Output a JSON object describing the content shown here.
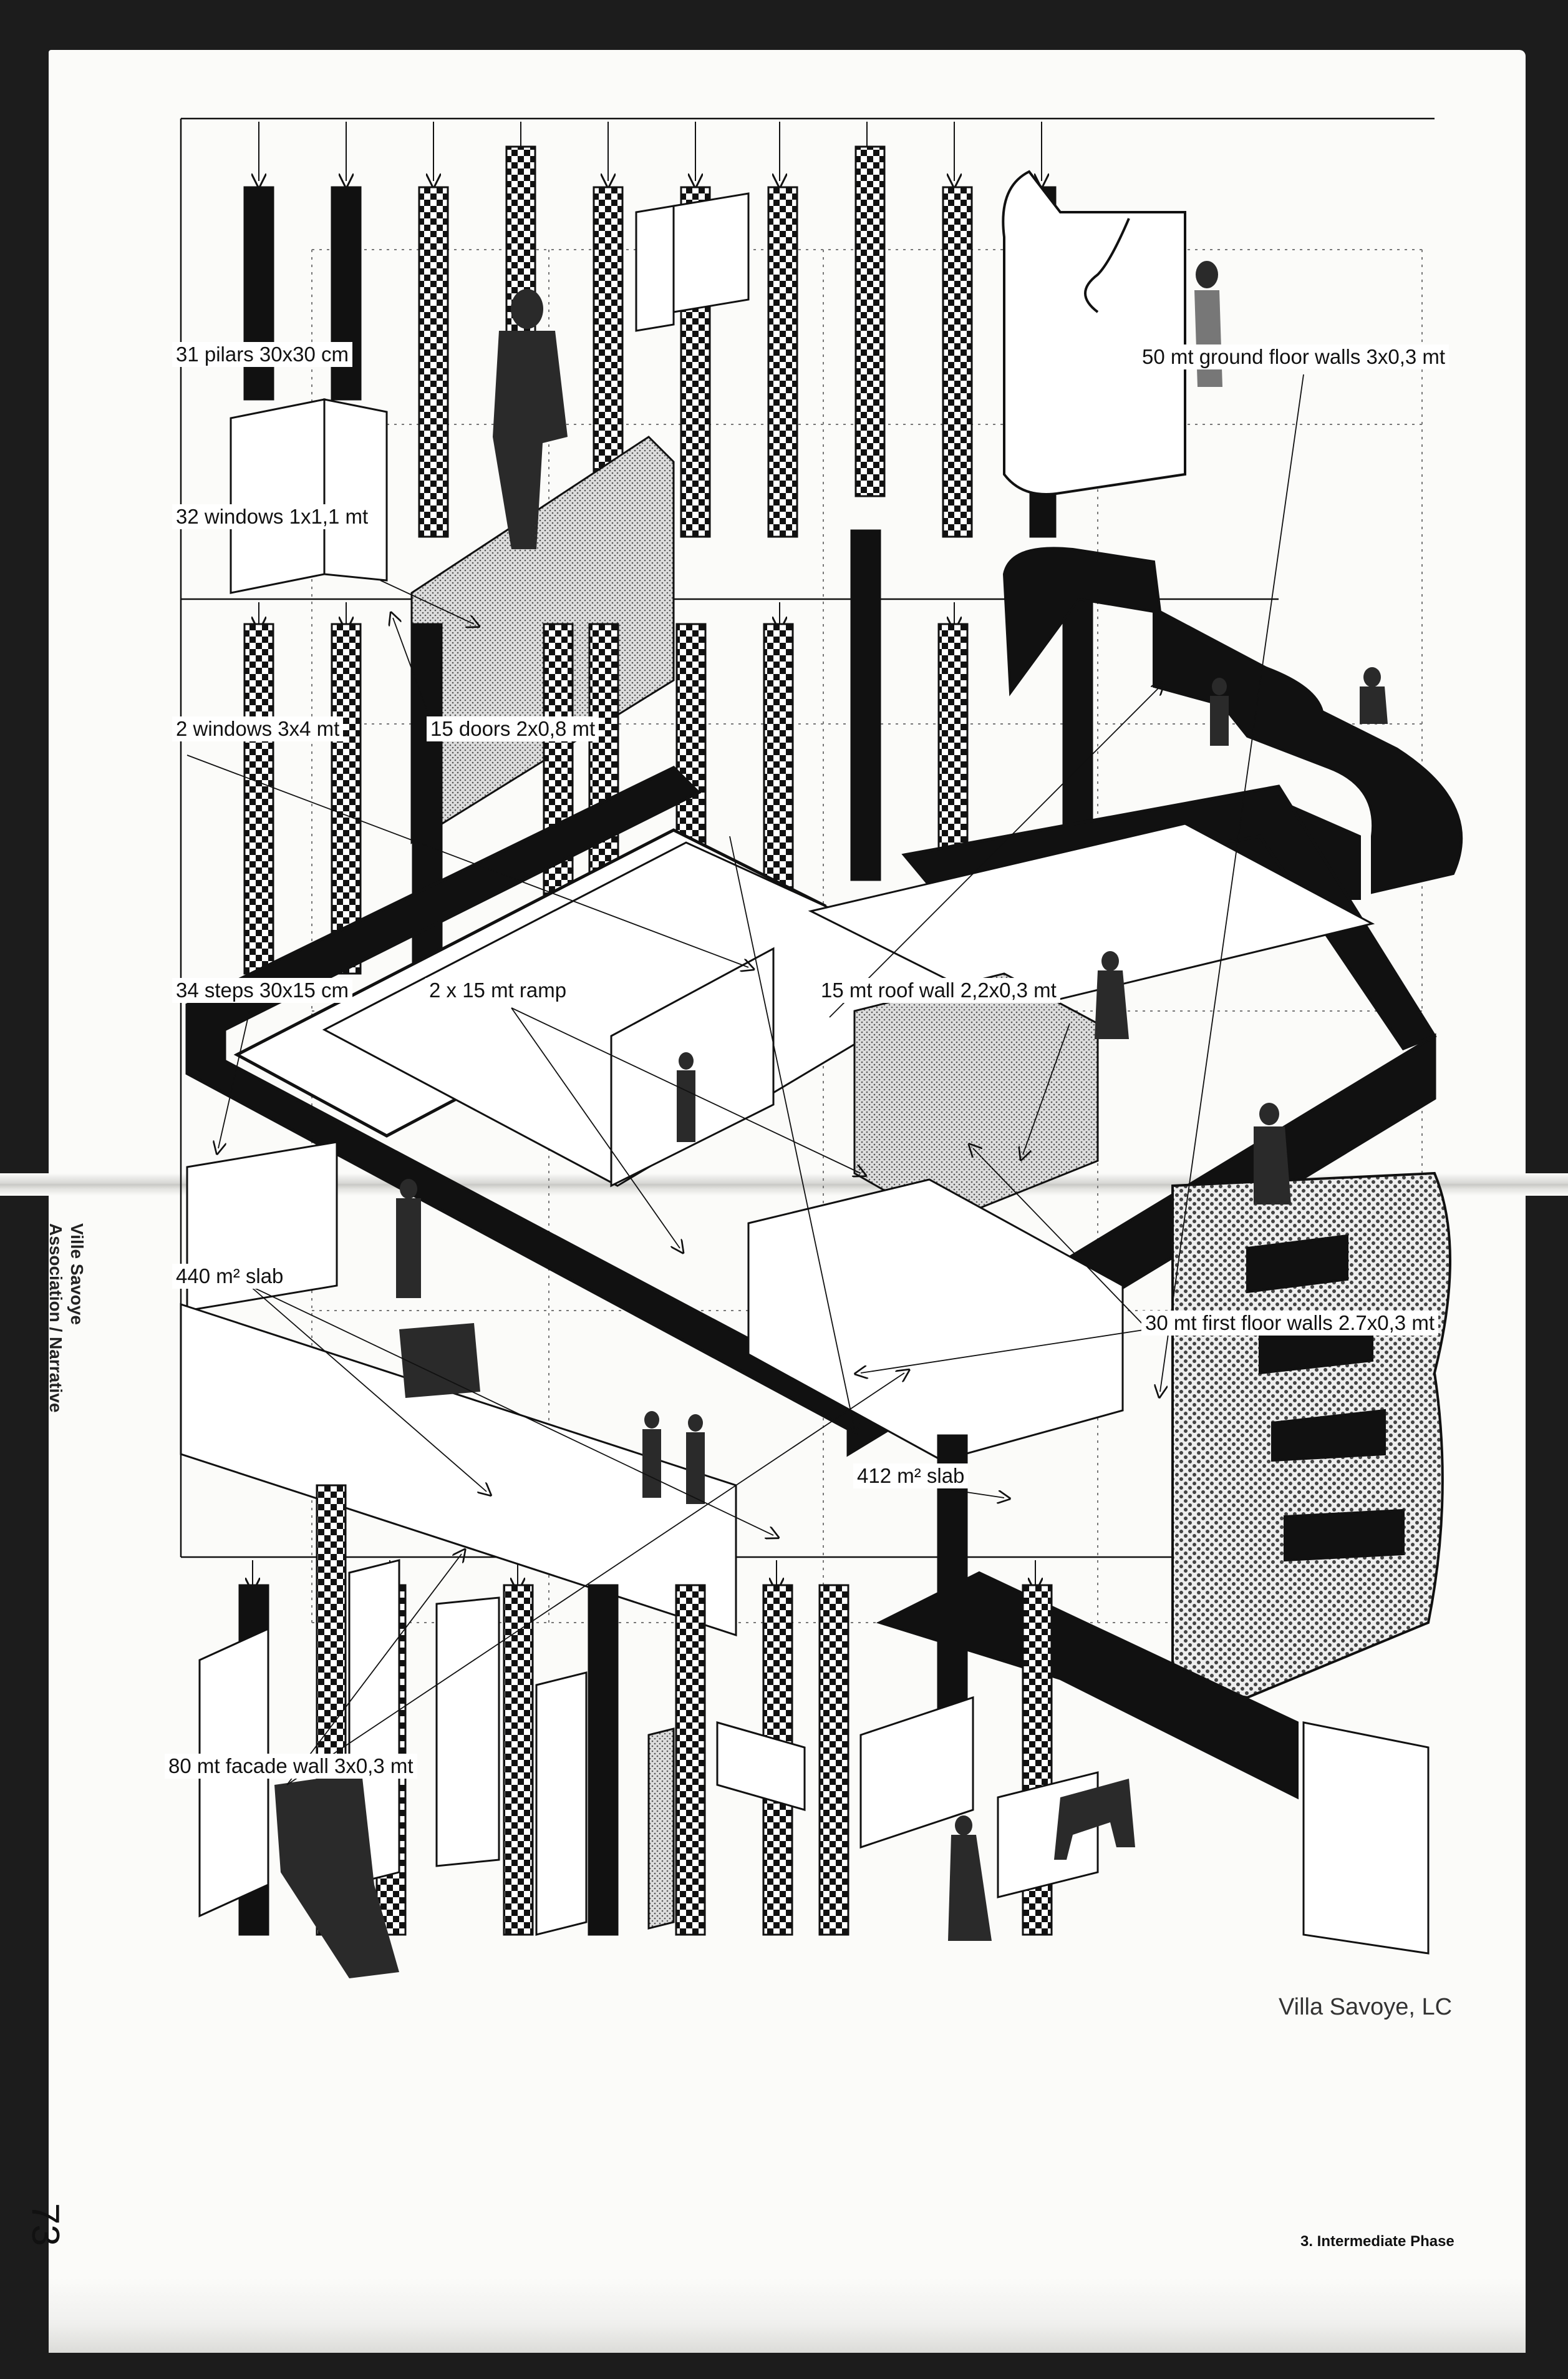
{
  "labels": {
    "pilars": "31 pilars 30x30 cm",
    "ground_walls": "50 mt ground floor walls 3x0,3 mt",
    "windows_small": "32 windows 1x1,1 mt",
    "windows_large": "2 windows 3x4 mt",
    "doors": "15 doors 2x0,8 mt",
    "steps": "34 steps 30x15 cm",
    "ramp": "2 x 15 mt ramp",
    "roof_wall": "15 mt roof wall 2,2x0,3 mt",
    "slab_440": "440 m² slab",
    "first_floor_walls": "30 mt first floor walls 2.7x0,3 mt",
    "slab_412": "412 m² slab",
    "facade_wall": "80 mt facade wall 3x0,3 mt"
  },
  "caption": "Villa Savoye, LC",
  "sidebar": {
    "line1": "Ville Savoye",
    "line2": "Association / Narrative"
  },
  "page_number": "73",
  "section": "3. Intermediate Phase",
  "colors": {
    "ink": "#111111",
    "paper": "#fbfbf9",
    "frame": "#1c1c1c"
  }
}
